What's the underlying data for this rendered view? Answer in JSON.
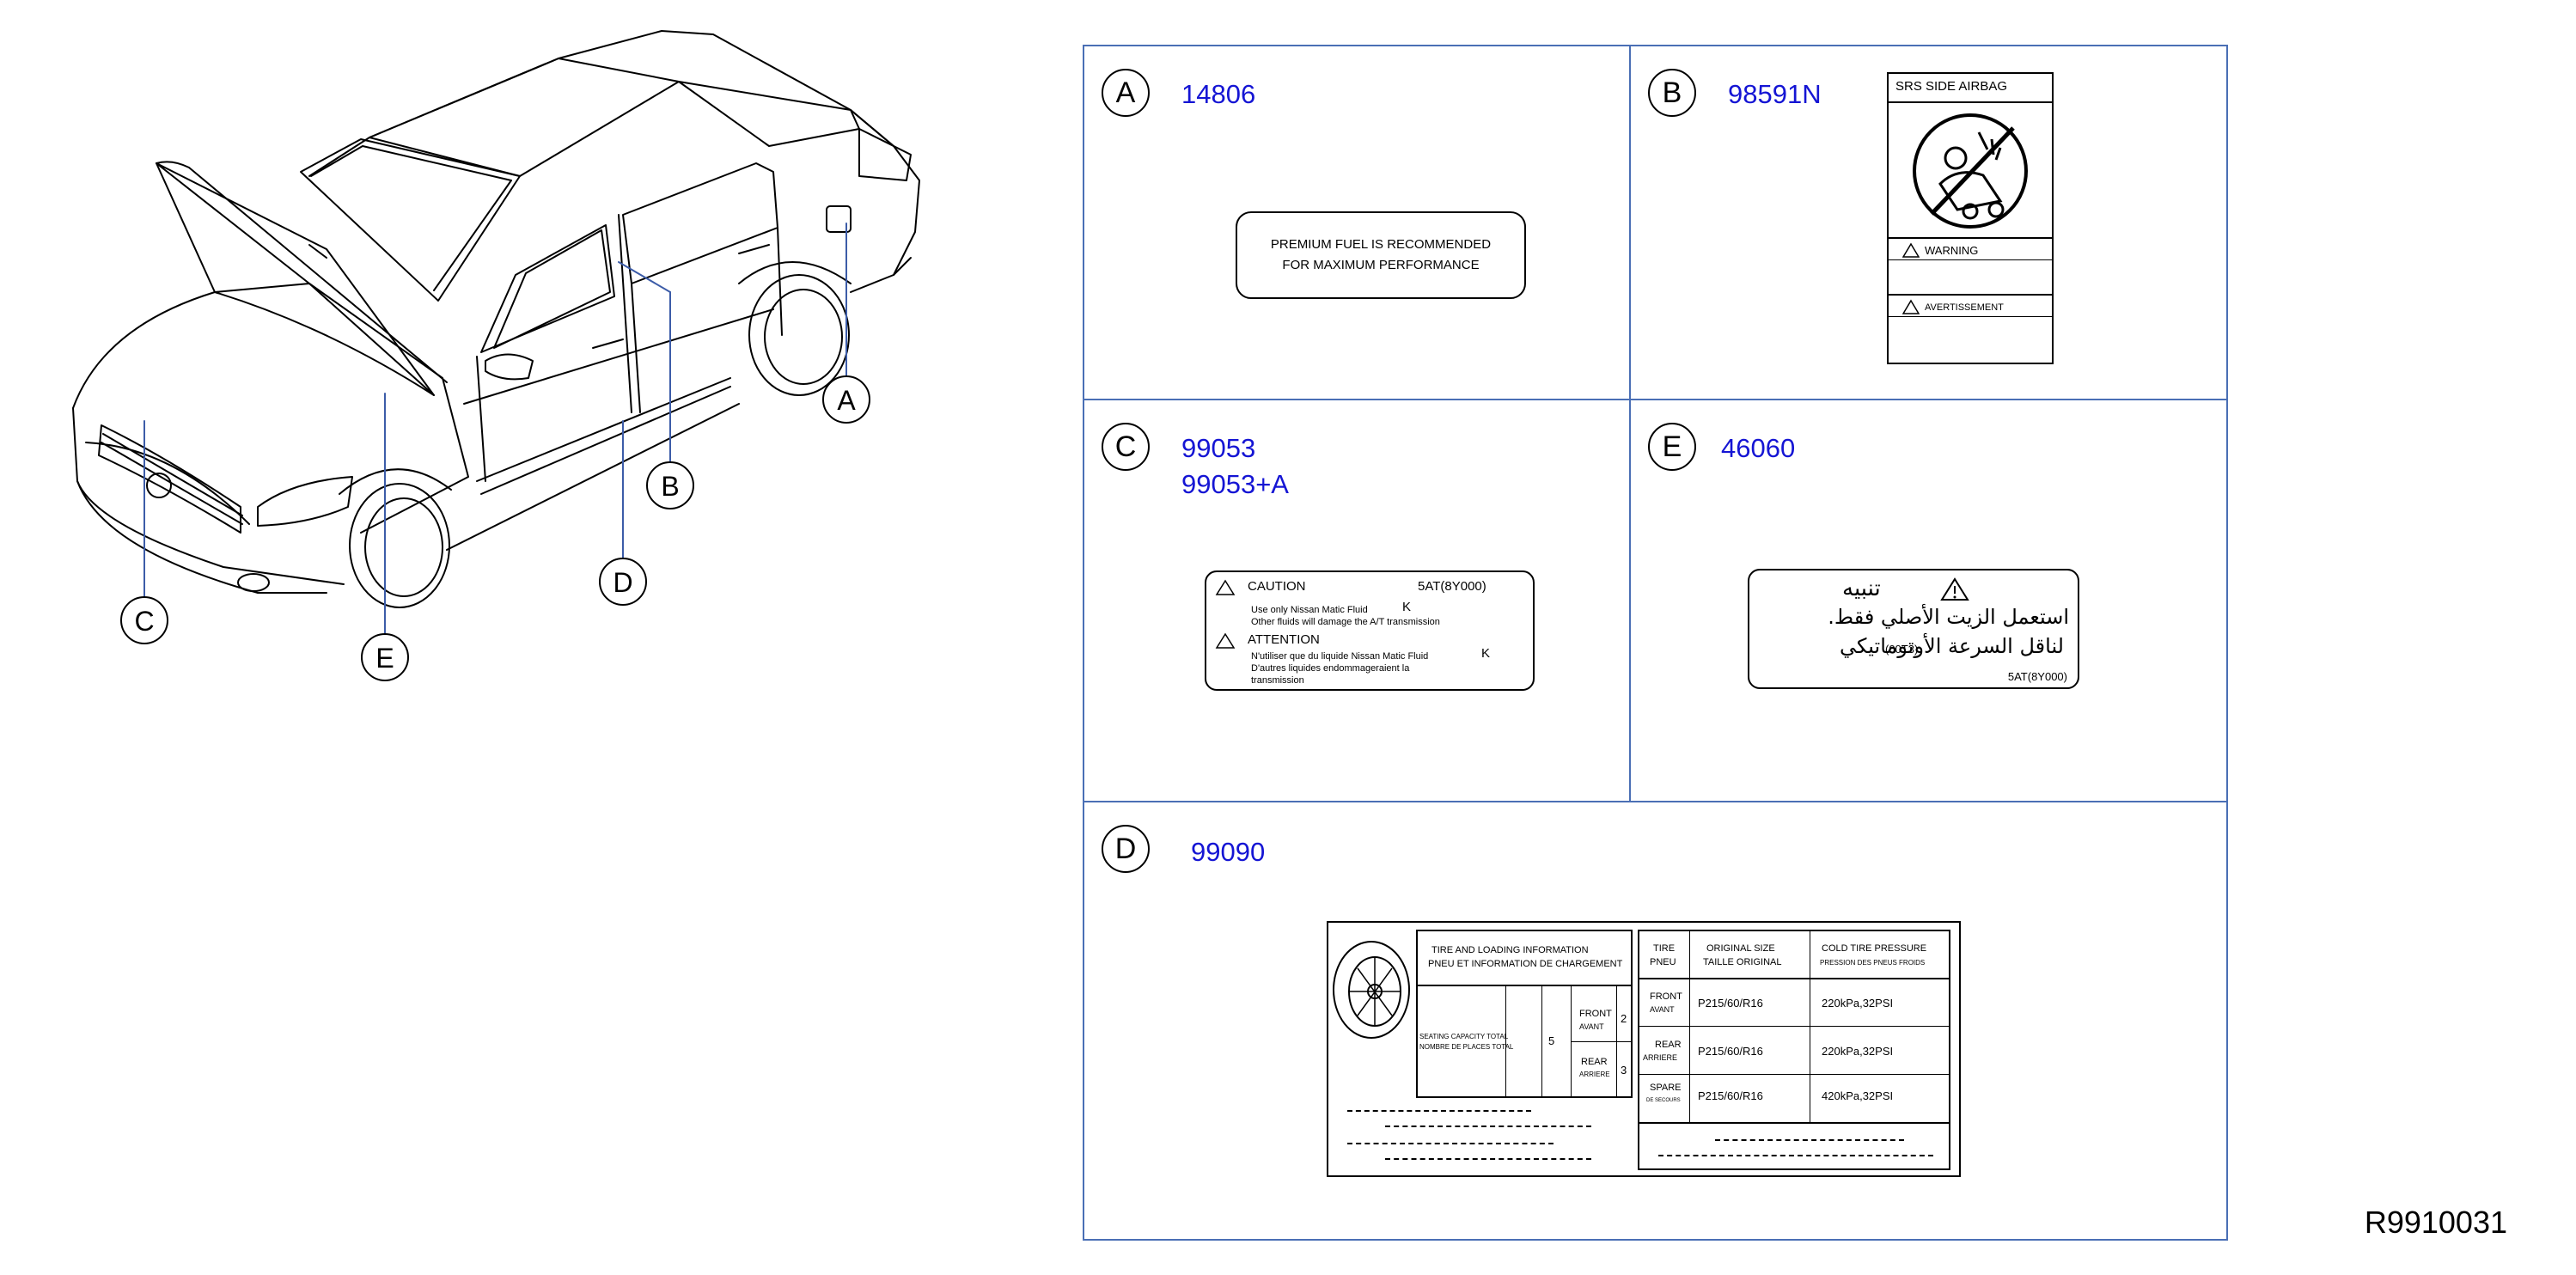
{
  "car_callouts": {
    "a": "A",
    "b": "B",
    "c": "C",
    "d": "D",
    "e": "E"
  },
  "panels": {
    "a": {
      "letter": "A",
      "part": "14806",
      "label": {
        "line1": "PREMIUM    FUEL    IS    RECOMMENDED",
        "line2": "FOR    MAXIMUM    PERFORMANCE"
      }
    },
    "b": {
      "letter": "B",
      "part": "98591N",
      "label": {
        "title": "SRS    SIDE    AIRBAG",
        "warning": "WARNING",
        "avert": "AVERTISSEMENT"
      }
    },
    "c": {
      "letter": "C",
      "part1": "99053",
      "part2": "99053+A",
      "label": {
        "caution": "CAUTION",
        "code": "5AT(8Y000)",
        "k1": "K",
        "caution_text1": "Use     only     Nissan     Matic     Fluid",
        "caution_text2": "Other     fluids     will     damage     the     A/T     transmission",
        "attention": "ATTENTION",
        "k2": "K",
        "attention_text1": "N'utiliser     que     du     liquide     Nissan     Matic     Fluid",
        "attention_text2": "D'autres     liquides     endommageraient     la",
        "attention_text3": "transmission"
      }
    },
    "e": {
      "letter": "E",
      "part": "46060",
      "label": {
        "ar1": "تنبيه",
        "ar2": "استعمل الزيت الأصلي فقط.",
        "ar3": "لناقل السرعة الأوتوماتيكي",
        "code_paren": "(00T3)",
        "code": "5AT(8Y000)"
      }
    },
    "d": {
      "letter": "D",
      "part": "99090",
      "label": {
        "h1a": "TIRE     AND     LOADING     INFORMATION",
        "h1b": "PNEU     ET     INFORMATION     DE     CHARGEMENT",
        "seat1": "SEATING     CAPACITY     TOTAL",
        "seat2": "NOMBRE     DE     PLACES TOTAL",
        "total": "5",
        "front1": "FRONT",
        "front2": "AVANT",
        "front_n": "2",
        "rear1": "REAR",
        "rear2": "ARRIERE",
        "rear_n": "3",
        "tire1": "TIRE",
        "tire2": "PNEU",
        "orig1": "ORIGINAL     SIZE",
        "orig2": "TAILLE     ORIGINAL",
        "cold1": "COLD     TIRE     PRESSURE",
        "cold2": "PRESSION     DES     PNEUS     FROIDS",
        "r_front1": "FRONT",
        "r_front2": "AVANT",
        "r_front_size": "P215/60/R16",
        "r_front_p": "220kPa,32PSI",
        "r_rear1": "REAR",
        "r_rear2": "ARRIERE",
        "r_rear_size": "P215/60/R16",
        "r_rear_p": "220kPa,32PSI",
        "r_spare1": "SPARE",
        "r_spare2": "DE     SECOURS",
        "r_spare_size": "P215/60/R16",
        "r_spare_p": "420kPa,32PSI"
      }
    }
  },
  "footer_code": "R9910031"
}
